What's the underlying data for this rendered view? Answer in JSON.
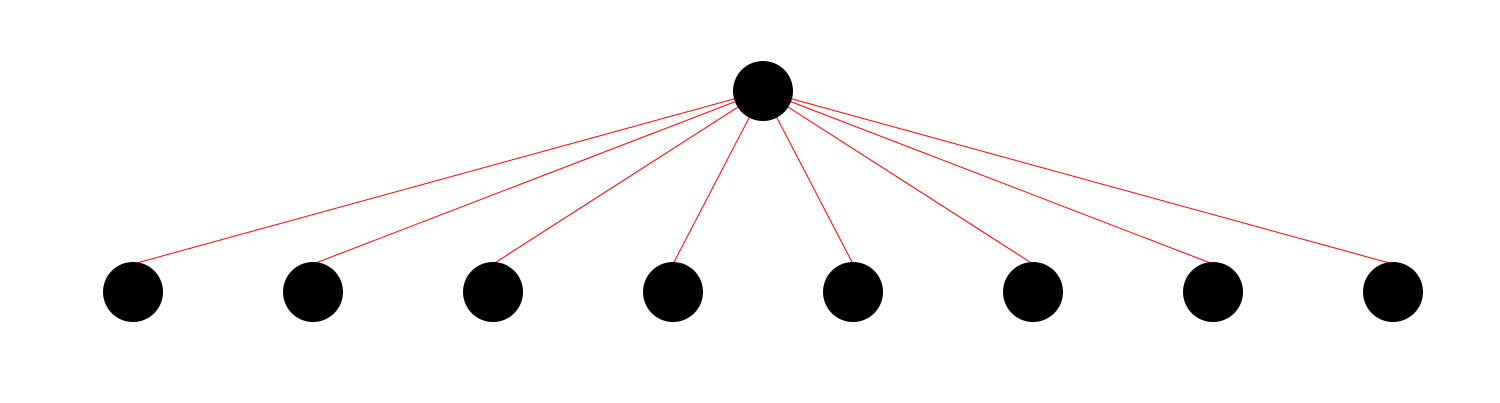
{
  "diagram": {
    "root": {
      "id": "root"
    },
    "children": [
      {
        "id": "child-1"
      },
      {
        "id": "child-2"
      },
      {
        "id": "child-3"
      },
      {
        "id": "child-4"
      },
      {
        "id": "child-5"
      },
      {
        "id": "child-6"
      },
      {
        "id": "child-7"
      },
      {
        "id": "child-8"
      }
    ]
  },
  "colors": {
    "node_fill": "#000000",
    "edge_stroke": "#ff0000",
    "background": "#ffffff"
  }
}
